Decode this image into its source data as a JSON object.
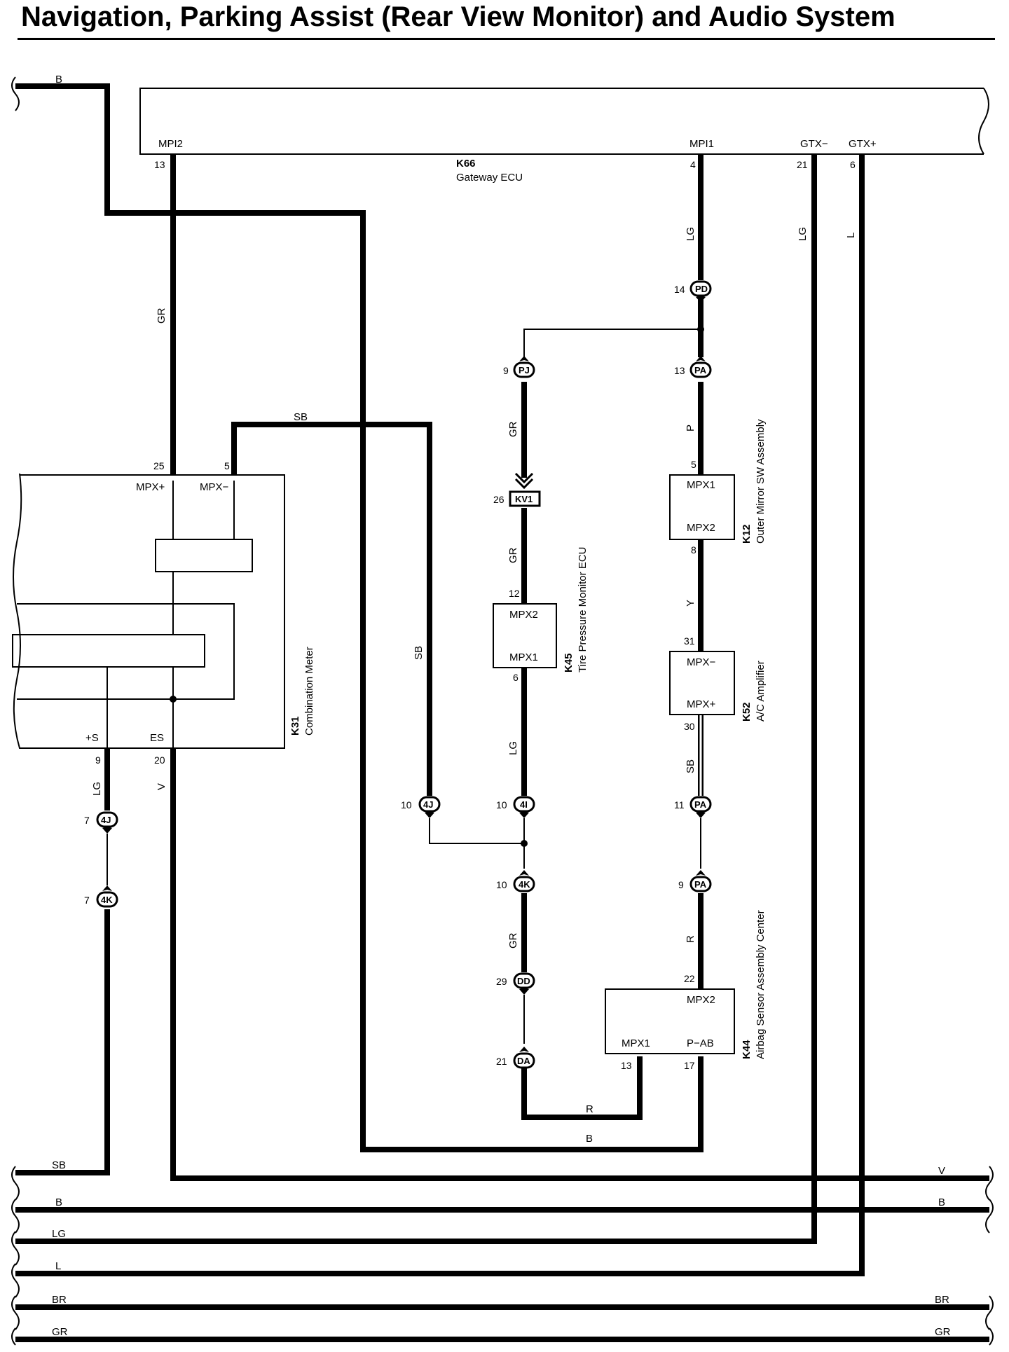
{
  "title": "Navigation, Parking Assist (Rear View Monitor) and Audio System",
  "components": {
    "k66": {
      "code": "K66",
      "name": "Gateway ECU",
      "pins": {
        "mpi2": "MPI2",
        "mpi1": "MPI1",
        "gtx_minus": "GTX−",
        "gtx_plus": "GTX+"
      },
      "pin_numbers": {
        "mpi2": "13",
        "mpi1": "4",
        "gtx_minus": "21",
        "gtx_plus": "6"
      }
    },
    "k31": {
      "code": "K31",
      "name": "Combination Meter",
      "pins": {
        "mpx_plus": "MPX+",
        "mpx_minus": "MPX−",
        "s_plus": "+S",
        "es": "ES"
      },
      "pin_numbers": {
        "mpx_plus": "25",
        "mpx_minus": "5",
        "s_plus": "9",
        "es": "20"
      }
    },
    "k45": {
      "code": "K45",
      "name": "Tire Pressure Monitor ECU",
      "pins": {
        "mpx2": "MPX2",
        "mpx1": "MPX1"
      },
      "pin_numbers": {
        "mpx2": "12",
        "mpx1": "6"
      }
    },
    "k12": {
      "code": "K12",
      "name": "Outer Mirror SW Assembly",
      "pins": {
        "mpx1": "MPX1",
        "mpx2": "MPX2"
      },
      "pin_numbers": {
        "mpx1": "5",
        "mpx2": "8"
      }
    },
    "k52": {
      "code": "K52",
      "name": "A/C Amplifier",
      "pins": {
        "mpx_minus": "MPX−",
        "mpx_plus": "MPX+"
      },
      "pin_numbers": {
        "mpx_minus": "31",
        "mpx_plus": "30"
      }
    },
    "k44": {
      "code": "K44",
      "name": "Airbag Sensor Assembly Center",
      "pins": {
        "mpx2": "MPX2",
        "mpx1": "MPX1",
        "p_ab": "P−AB"
      },
      "pin_numbers": {
        "mpx2": "22",
        "mpx1": "13",
        "p_ab": "17"
      }
    }
  },
  "connectors": {
    "pd": {
      "code": "PD",
      "pin": "14"
    },
    "pa_top": {
      "code": "PA",
      "pin": "13"
    },
    "pj": {
      "code": "PJ",
      "pin": "9"
    },
    "kv1": {
      "code": "KV1",
      "pin": "26"
    },
    "j4_top": {
      "code": "4J",
      "pin": "10"
    },
    "i4": {
      "code": "4I",
      "pin": "10"
    },
    "pa_mid": {
      "code": "PA",
      "pin": "11"
    },
    "k4_mid": {
      "code": "4K",
      "pin": "10"
    },
    "pa_low": {
      "code": "PA",
      "pin": "9"
    },
    "dd": {
      "code": "DD",
      "pin": "29"
    },
    "da": {
      "code": "DA",
      "pin": "21"
    },
    "j4_left": {
      "code": "4J",
      "pin": "7"
    },
    "k4_left": {
      "code": "4K",
      "pin": "7"
    }
  },
  "wire_colors": {
    "b_top": "B",
    "gr_mpi2": "GR",
    "lg_mpi1": "LG",
    "lg_gtx": "LG",
    "l_gtx": "L",
    "sb_top": "SB",
    "sb_vertical": "SB",
    "gr_pj": "GR",
    "gr_kv1": "GR",
    "lg_k45": "LG",
    "gr_4k": "GR",
    "r_da": "R",
    "b_bottom": "B",
    "p_pa": "P",
    "y_k12": "Y",
    "sb_k52": "SB",
    "r_k44": "R",
    "lg_left": "LG",
    "v_left": "V"
  },
  "bottom_buses": {
    "sb": "SB",
    "v": "V",
    "b_left": "B",
    "b_right": "B",
    "lg": "LG",
    "l": "L",
    "br_left": "BR",
    "br_right": "BR",
    "gr_left": "GR",
    "gr_right": "GR"
  }
}
